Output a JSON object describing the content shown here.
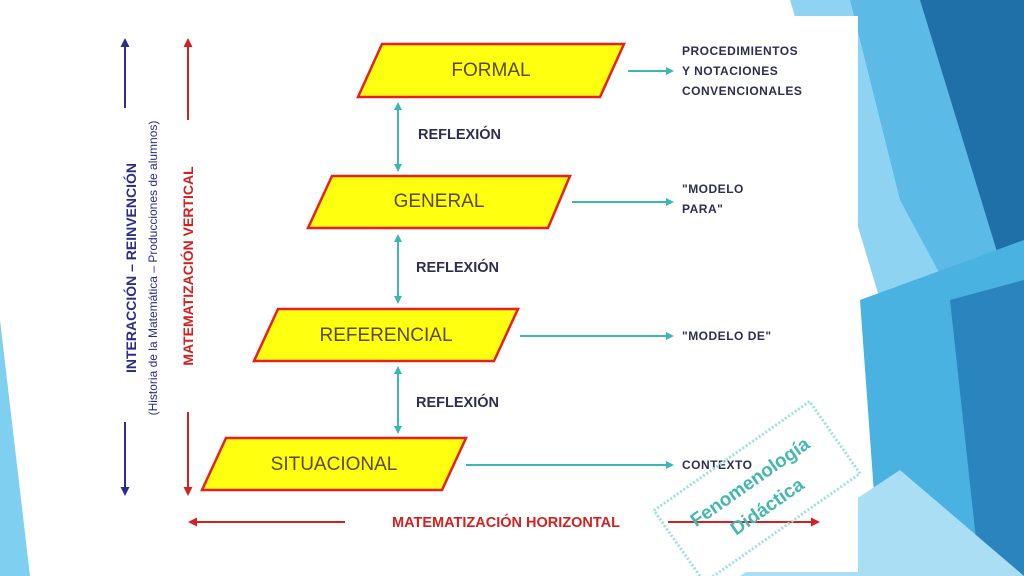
{
  "levels": [
    {
      "label": "FORMAL",
      "output": [
        "PROCEDIMIENTOS",
        "Y NOTACIONES",
        "CONVENCIONALES"
      ]
    },
    {
      "label": "GENERAL",
      "output": [
        "\"MODELO",
        "PARA\""
      ]
    },
    {
      "label": "REFERENCIAL",
      "output": [
        "\"MODELO DE\""
      ]
    },
    {
      "label": "SITUACIONAL",
      "output": [
        "CONTEXTO"
      ]
    }
  ],
  "reflection_label": "REFLEXIÓN",
  "vertical_axis": {
    "interaction_label": "INTERACCIÓN – REINVENCIÓN",
    "interaction_sub": "(Historia de la Matemática – Producciones de alumnos)",
    "vertical_label": "MATEMATIZACIÓN VERTICAL"
  },
  "horizontal_label": "MATEMATIZACIÓN HORIZONTAL",
  "stamp": [
    "Fenomenología",
    "Didáctica"
  ],
  "colors": {
    "parallelogram_fill": "#ffff10",
    "parallelogram_stroke": "#e82020",
    "teal": "#3cb8b4",
    "red": "#d42020",
    "blue": "#2c2c8a",
    "deco_blue_dark": "#1f6fa8",
    "deco_blue_light": "#6cc6ec"
  }
}
